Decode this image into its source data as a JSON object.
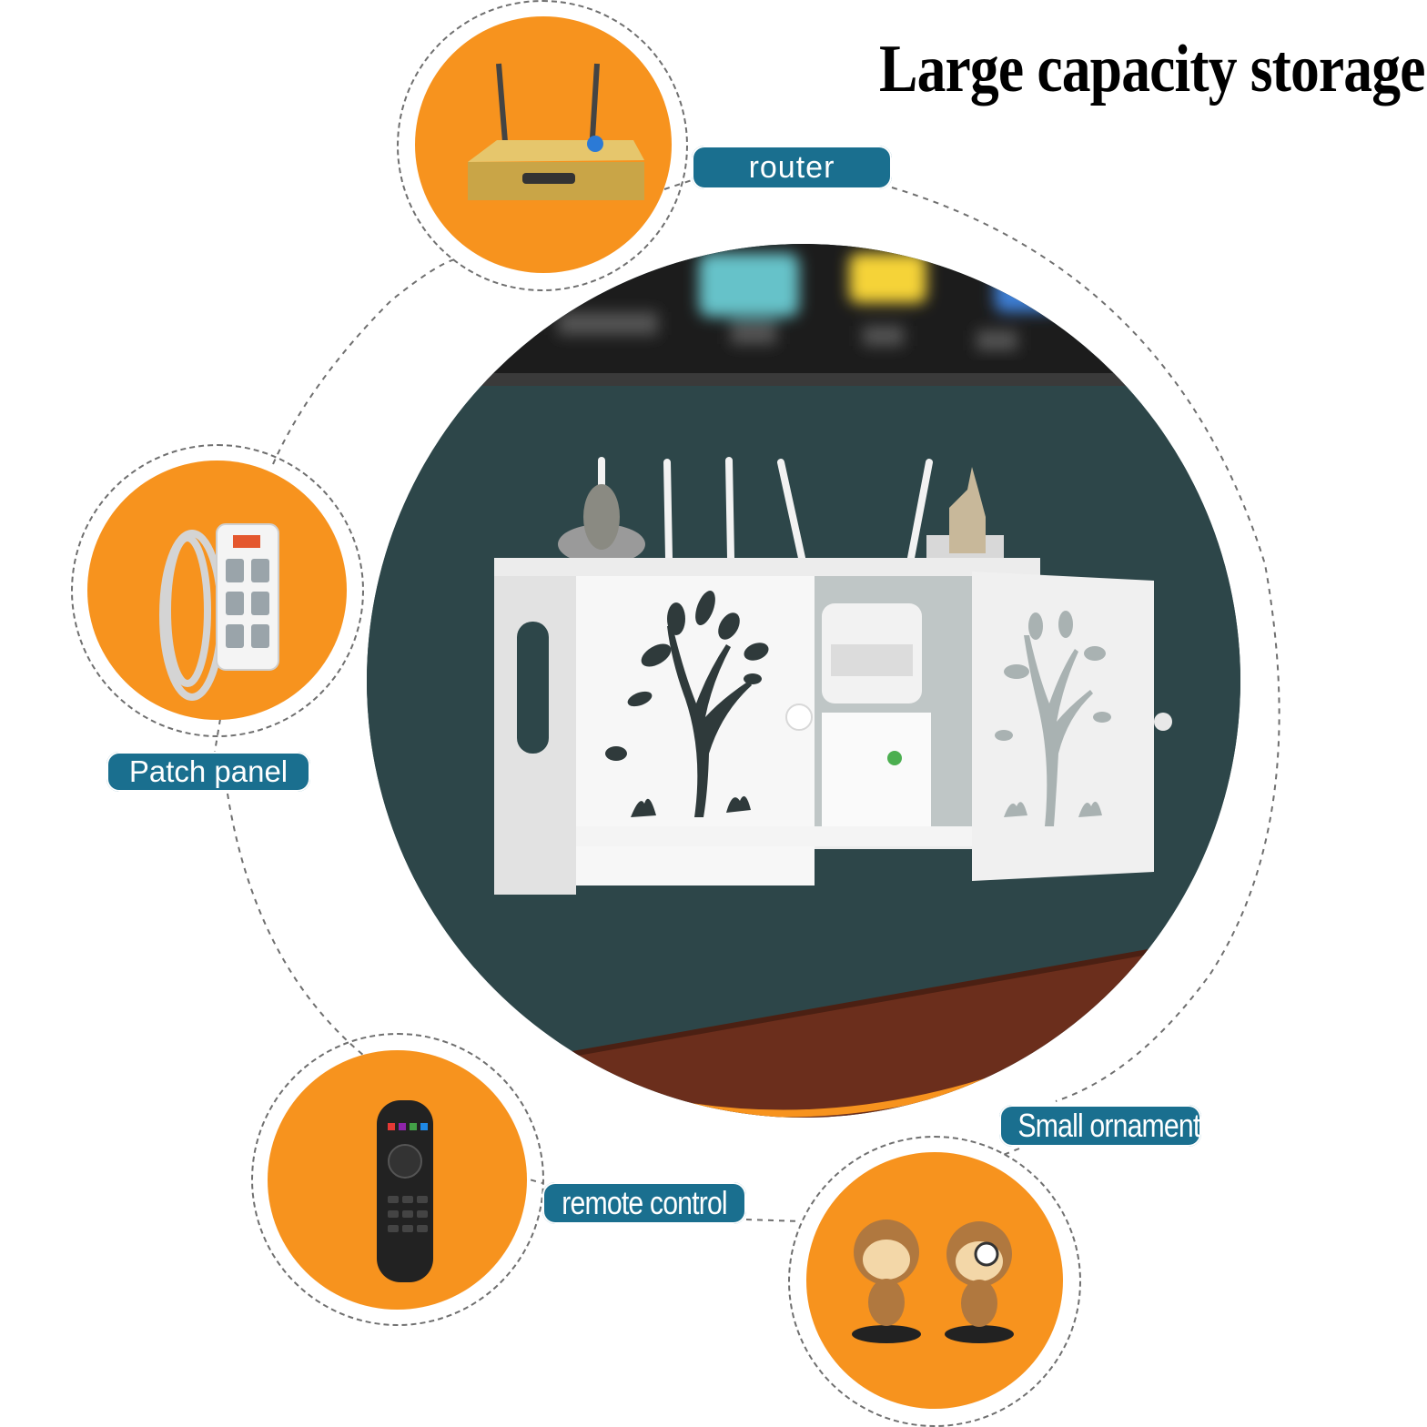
{
  "title": "Large capacity storage",
  "labels": {
    "router": "router",
    "patch_panel": "Patch panel",
    "remote_control": "remote control",
    "small_ornaments": "Small ornaments"
  },
  "colors": {
    "accent_orange": "#f7931e",
    "label_blue": "#1a6f8f",
    "wall_teal": "#2d4649",
    "floor_brown": "#6b2e1c"
  }
}
